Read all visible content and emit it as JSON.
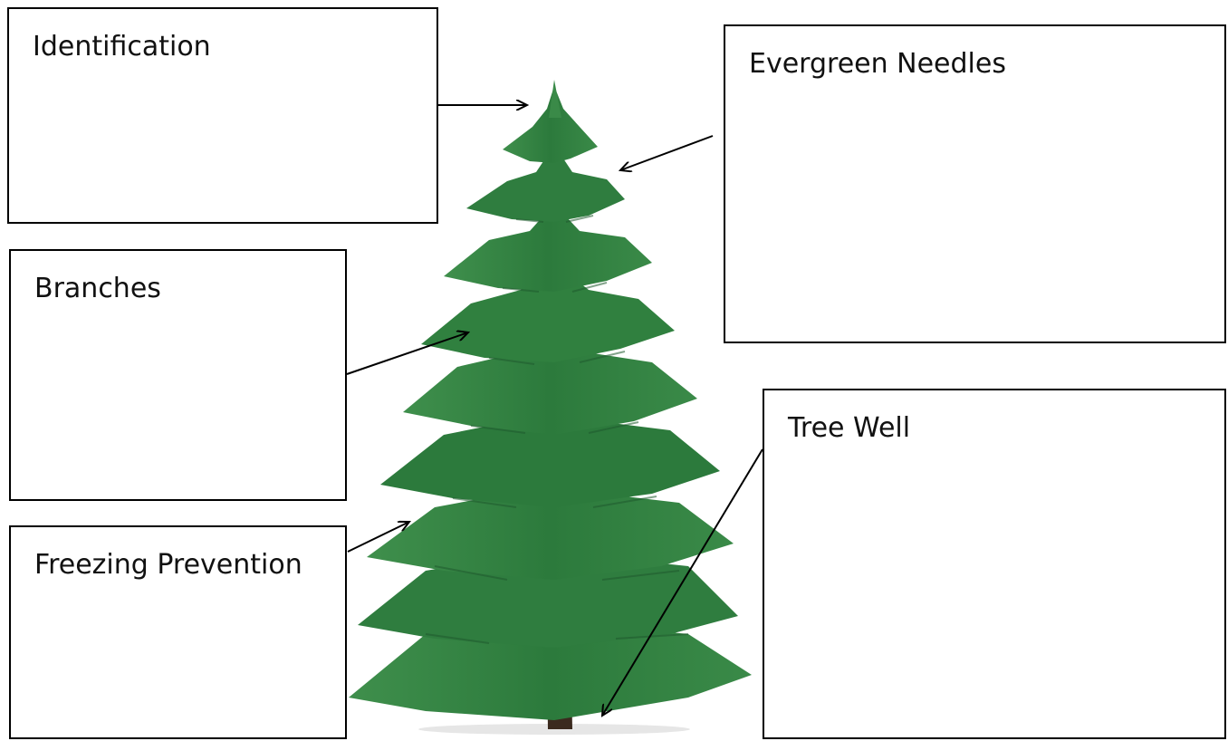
{
  "labels": {
    "identification": "Identification",
    "evergreen_needles": "Evergreen Needles",
    "branches": "Branches",
    "freezing_prevention": "Freezing Prevention",
    "tree_well": "Tree Well"
  },
  "colors": {
    "box_border": "#000000",
    "arrow": "#000000",
    "foliage_dark": "#1f5a2e",
    "foliage_mid": "#2f7d3f",
    "foliage_light": "#4a9a55",
    "trunk": "#3b2a1e"
  },
  "illustration": "evergreen-tree-picture"
}
